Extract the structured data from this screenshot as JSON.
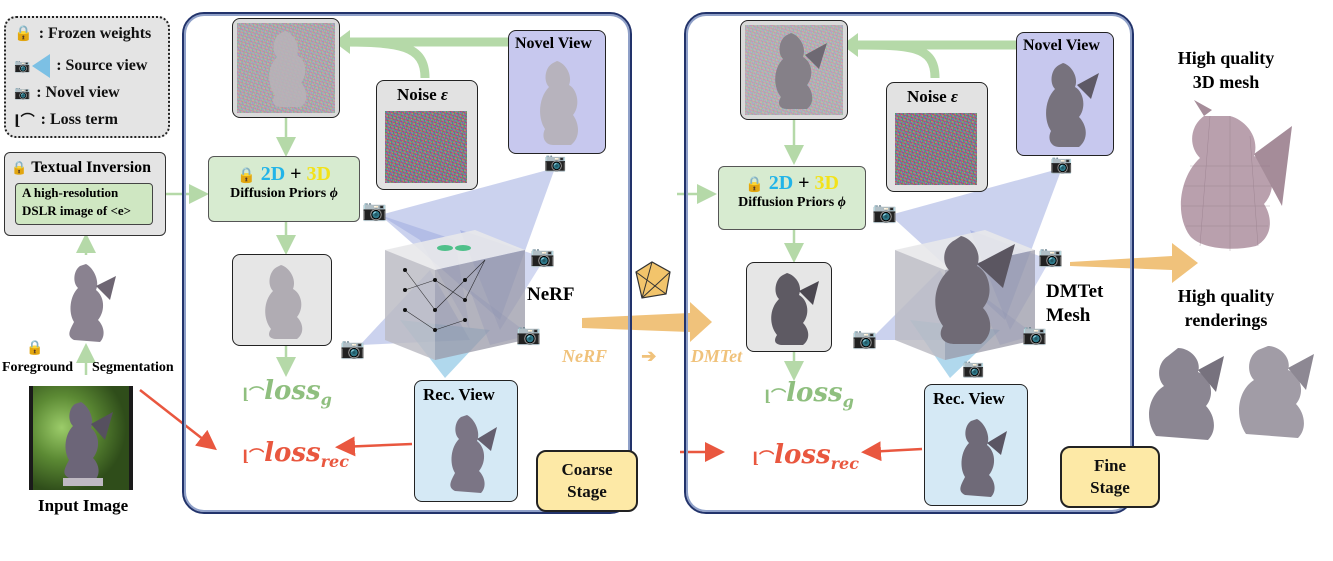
{
  "legend": {
    "frozen": ": Frozen weights",
    "source": ": Source view",
    "novel": ": Novel view",
    "loss": ": Loss term"
  },
  "textual_inversion": {
    "title": "Textual Inversion",
    "prompt_line1": "A high-resolution",
    "prompt_line2": "DSLR image of <e>"
  },
  "input": {
    "foreground": "Foreground",
    "segmentation": "Segmentation",
    "caption": "Input Image"
  },
  "coarse": {
    "novel_view": "Novel View",
    "noise_label": "Noise",
    "noise_symbol": "ε",
    "prior_lock": "",
    "prior_2d": "2D",
    "prior_plus": "+",
    "prior_3d": "3D",
    "prior_sub": "Diffusion Priors",
    "prior_phi": "ϕ",
    "model": "NeRF",
    "loss_g": "loss",
    "loss_g_sub": "g",
    "loss_rec": "loss",
    "loss_rec_sub": "rec",
    "rec_view": "Rec. View",
    "stage": "Coarse Stage"
  },
  "transition": {
    "from": "NeRF",
    "arrow": "➔",
    "to": "DMTet"
  },
  "fine": {
    "novel_view": "Novel View",
    "noise_label": "Noise",
    "noise_symbol": "ε",
    "prior_2d": "2D",
    "prior_plus": "+",
    "prior_3d": "3D",
    "prior_sub": "Diffusion Priors",
    "prior_phi": "ϕ",
    "model_line1": "DMTet",
    "model_line2": "Mesh",
    "loss_g": "loss",
    "loss_g_sub": "g",
    "loss_rec": "loss",
    "loss_rec_sub": "rec",
    "rec_view": "Rec. View",
    "stage_line1": "Fine",
    "stage_line2": "Stage"
  },
  "output": {
    "mesh_line1": "High quality",
    "mesh_line2": "3D mesh",
    "render_line1": "High quality",
    "render_line2": "renderings"
  },
  "colors": {
    "stage_border": "#22336b",
    "prior_bg": "#d7ebd0",
    "green_arrow": "#b5d9a8",
    "orange_arrow": "#f0c27b",
    "red_arrow": "#e9573f",
    "cyan_2d": "#22b4e8",
    "yellow_3d": "#f2e21a",
    "stage_label_bg": "#fde9a6",
    "novel_view_bg": "#c7c8ee",
    "rec_view_bg": "#d5e9f5"
  }
}
